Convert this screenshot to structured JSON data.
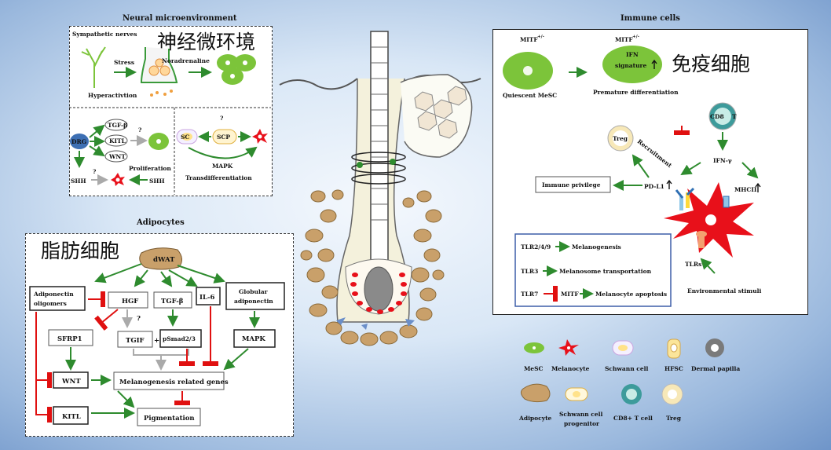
{
  "neural": {
    "title": "Neural microenvironment",
    "cn_label": "神经微环境",
    "sympathetic_nerves": "Sympathetic nerves",
    "stress": "Stress",
    "noradrenaline": "Noradrenaline",
    "hyperactivtion": "Hyperactivtion",
    "drg": "DRG",
    "tgfb": "TGF-β",
    "kitl": "KITL",
    "wnt": "WNT",
    "question": "?",
    "proliferation": "Proliferation",
    "shh_left": "SHH",
    "shh_right": "SHH",
    "sc": "SC",
    "scp": "SCP",
    "mapk": "MAPK",
    "transdifferentiation": "Transdifferentiation"
  },
  "adipocytes": {
    "title": "Adipocytes",
    "cn_label": "脂肪细胞",
    "dwat": "dWAT",
    "adiponectin_oligomers_1": "Adiponectin",
    "adiponectin_oligomers_2": "oligomers",
    "hgf": "HGF",
    "tgfb": "TGF-β",
    "il6": "IL-6",
    "globular_1": "Globular",
    "globular_2": "adiponectin",
    "sfrp1": "SFRP1",
    "tgif": "TGIF",
    "plus": "+",
    "psmad": "pSmad2/3",
    "mapk": "MAPK",
    "question": "?",
    "wnt": "WNT",
    "melanogenesis_genes": "Melanogenesis related genes",
    "kitl": "KITL",
    "pigmentation": "Pigmentation"
  },
  "immune": {
    "title": "Immune cells",
    "cn_label": "免疫细胞",
    "mitf_left": "MITF",
    "mitf_right": "MITF",
    "mitf_sup": "+/-",
    "ifn_1": "IFN",
    "ifn_2": "signature",
    "quiescent": "Quiescent MeSC",
    "premature": "Premature differentiation",
    "cd8": "CD8",
    "cd8_suffix": "T",
    "treg": "Treg",
    "recruitment": "Recruitment",
    "ifng": "IFN-γ",
    "immune_privilege": "Immune privilege",
    "pdl1": "PD-L1",
    "mhcii": "MHCII",
    "tlr249": "TLR2/4/9",
    "melanogenesis": "Melanogenesis",
    "tlr3": "TLR3",
    "melanosome": "Melanosome transportation",
    "tlr7": "TLR7",
    "mitf": "MITF",
    "apoptosis": "Melanocyte apoptosis",
    "tlrs": "TLRs",
    "env": "Environmental stimuli"
  },
  "legend": {
    "items": [
      {
        "label": "MeSC",
        "icon": "mesc-icon"
      },
      {
        "label": "Melanocyte",
        "icon": "melanocyte-icon"
      },
      {
        "label": "Schwann cell",
        "icon": "schwann-cell-icon"
      },
      {
        "label": "HFSC",
        "icon": "hfsc-icon"
      },
      {
        "label": "Dermal papilla",
        "icon": "dermal-papilla-icon"
      },
      {
        "label": "Adipocyte",
        "icon": "adipocyte-icon"
      },
      {
        "label_1": "Schwann cell",
        "label_2": "progenitor",
        "icon": "schwann-progenitor-icon"
      },
      {
        "label": "CD8+ T cell",
        "icon": "cd8-t-cell-icon"
      },
      {
        "label": "Treg",
        "icon": "treg-icon"
      }
    ]
  },
  "colors": {
    "green_arrow": "#2e8b2e",
    "red_inhibit": "#e01010",
    "mesc_green": "#7cc43a",
    "melanocyte_red": "#e8101a",
    "adipocyte_tan": "#c9a06a",
    "panel_border": "#333333"
  }
}
